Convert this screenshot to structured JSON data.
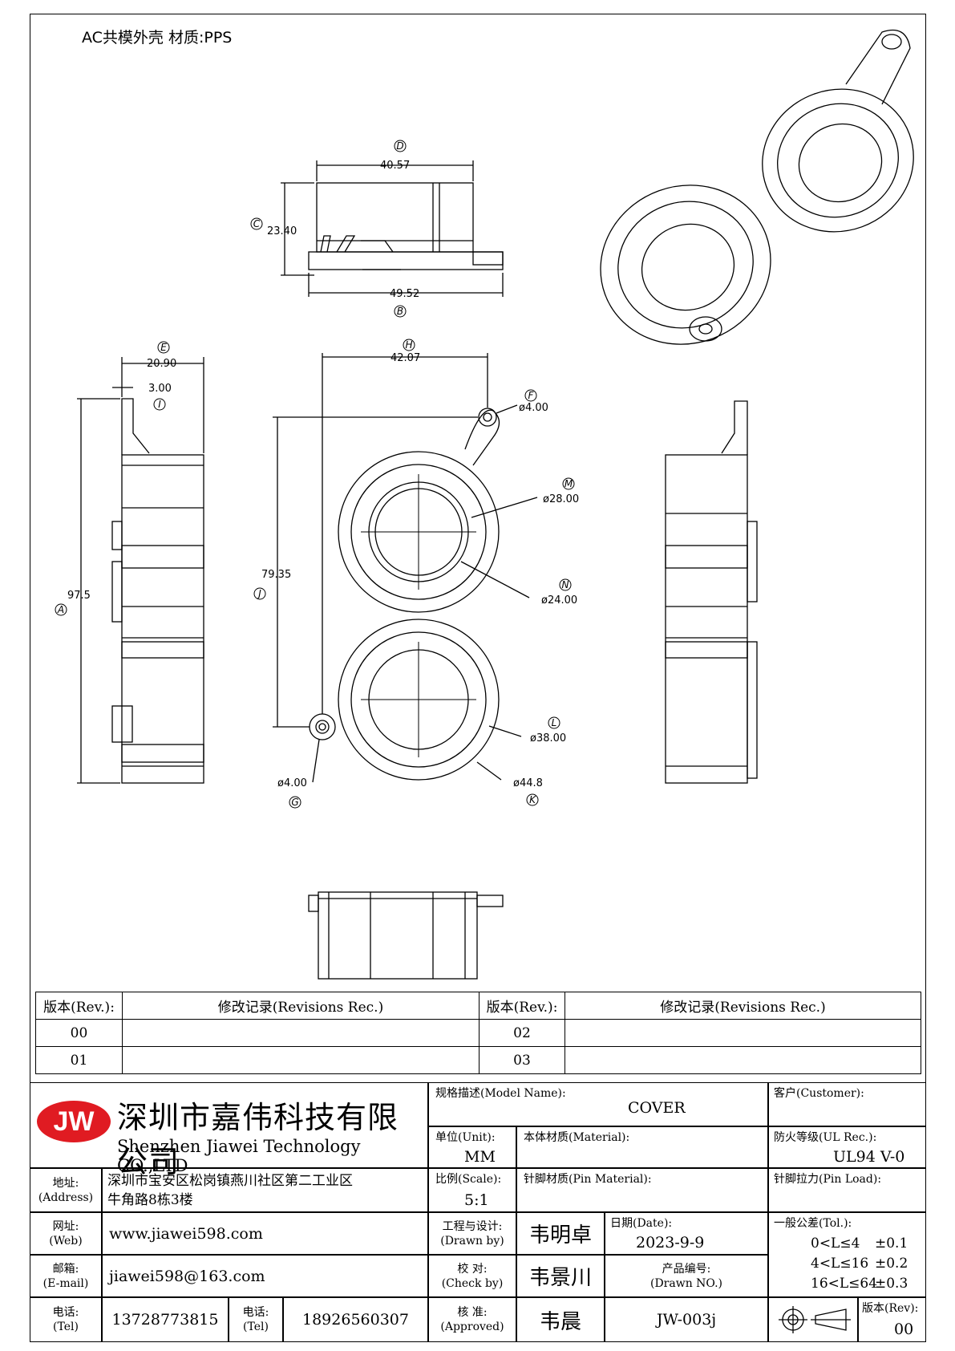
{
  "header": {
    "note": "AC共模外壳  材质:PPS"
  },
  "dimensions": {
    "d_width": "40.57",
    "c_height": "23.40",
    "b_width": "49.52",
    "e_width": "20.90",
    "i_width": "3.00",
    "a_height": "97.5",
    "h_width": "42.07",
    "j_height": "79.35",
    "f_dia": "ø4.00",
    "m_dia": "ø28.00",
    "n_dia": "ø24.00",
    "l_dia": "ø38.00",
    "k_dia": "ø44.8",
    "g_dia": "ø4.00"
  },
  "dim_labels": {
    "A": "A",
    "B": "B",
    "C": "C",
    "D": "D",
    "E": "E",
    "F": "F",
    "G": "G",
    "H": "H",
    "I": "I",
    "J": "J",
    "K": "K",
    "L": "L",
    "M": "M",
    "N": "N"
  },
  "revisions": {
    "header": [
      "版本(Rev.):",
      "修改记录(Revisions Rec.)",
      "版本(Rev.):",
      "修改记录(Revisions Rec.)"
    ],
    "rows": [
      [
        "00",
        "",
        "02",
        ""
      ],
      [
        "01",
        "",
        "03",
        ""
      ]
    ]
  },
  "company": {
    "logo": "JW",
    "name_cn": "深圳市嘉伟科技有限公司",
    "name_en": "Shenzhen Jiawei Technology CO.,LTD",
    "address_label": "地址:",
    "address_label_en": "(Address)",
    "address_line1": "深圳市宝安区松岗镇燕川社区第二工业区",
    "address_line2": "牛角路8栋3楼",
    "web_label": "网址:",
    "web_label_en": "(Web)",
    "web": "www.jiawei598.com",
    "email_label": "邮箱:",
    "email_label_en": "(E-mail)",
    "email": "jiawei598@163.com",
    "tel_label": "电话:",
    "tel_label_en": "(Tel)",
    "tel1": "13728773815",
    "tel2": "18926560307"
  },
  "spec": {
    "model_label": "规格描述(Model Name):",
    "model": "COVER",
    "customer_label": "客户(Customer):",
    "unit_label": "单位(Unit):",
    "unit": "MM",
    "material_label": "本体材质(Material):",
    "ul_label": "防火等级(UL Rec.):",
    "ul": "UL94 V-0",
    "scale_label": "比例(Scale):",
    "scale": "5:1",
    "pin_material_label": "针脚材质(Pin Material):",
    "pin_load_label": "针脚拉力(Pin Load):",
    "drawn_label": "工程与设计:",
    "drawn_label_en": "(Drawn by)",
    "drawn": "韦明卓",
    "date_label": "日期(Date):",
    "date": "2023-9-9",
    "tol_label": "一般公差(Tol.):",
    "tol": [
      [
        "0<L≤4",
        "±0.1"
      ],
      [
        "4<L≤16",
        "±0.2"
      ],
      [
        "16<L≤64",
        "±0.3"
      ]
    ],
    "check_label": "校  对:",
    "check_label_en": "(Check by)",
    "check": "韦景川",
    "drawn_no_label": "产品编号:",
    "drawn_no_label_en": "(Drawn NO.)",
    "approved_label": "核  准:",
    "approved_label_en": "(Approved)",
    "approved": "韦晨",
    "drawn_no": "JW-003j",
    "rev_label": "版本(Rev):",
    "rev": "00"
  }
}
